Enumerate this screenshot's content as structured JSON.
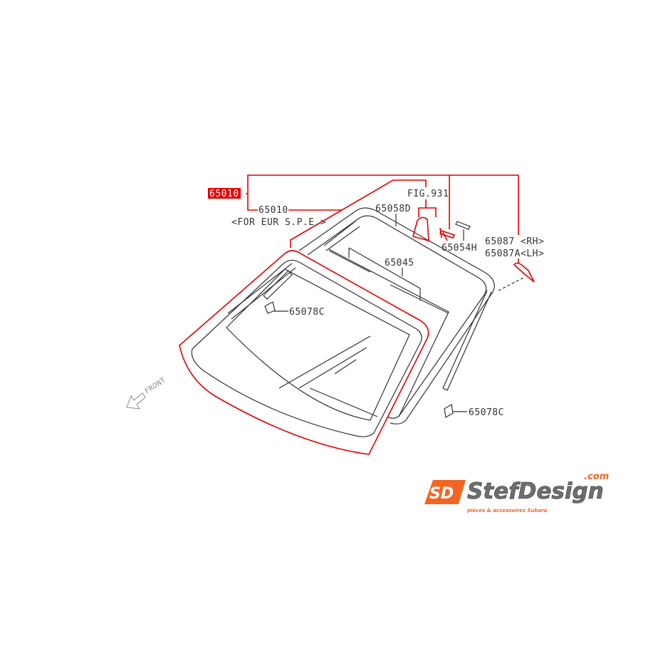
{
  "diagram": {
    "highlighted_part": "65010",
    "labels": {
      "part_65010_variant": "65010",
      "part_65010_note": "<FOR EUR S.P.E.>",
      "fig_ref": "FIG.931",
      "part_65058d": "65058D",
      "part_65054h": "65054H",
      "part_65087": "65087 <RH>",
      "part_65087a": "65087A<LH>",
      "part_65045": "65045",
      "part_65078c_left": "65078C",
      "part_65078c_right": "65078C",
      "front": "FRONT"
    },
    "colors": {
      "highlight": "#e30000",
      "line": "#333333"
    }
  },
  "logo": {
    "mark": "SD",
    "name": "StefDesign",
    "tld": ".com",
    "tagline": "pièces & accessoires Subaru",
    "colors": {
      "orange": "#f26522",
      "gray": "#6d6e70"
    }
  }
}
